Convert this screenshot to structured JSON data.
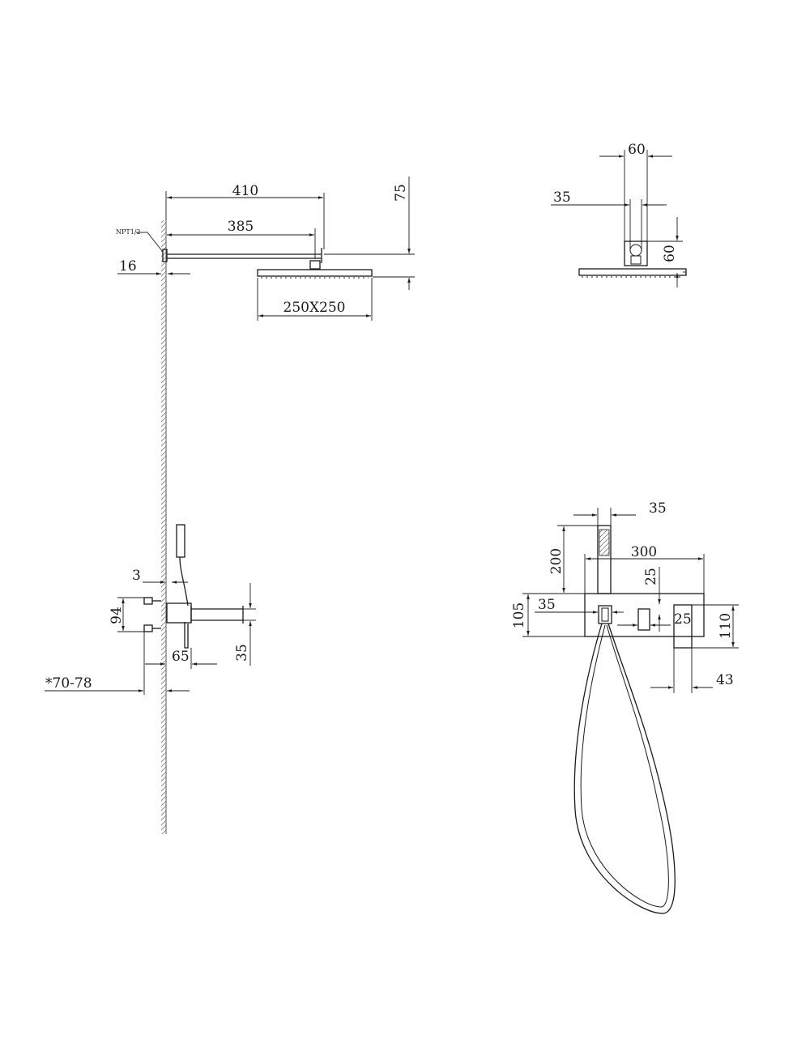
{
  "side_view": {
    "dim_arm_total": "410",
    "dim_arm_length": "385",
    "dim_head_offset": "75",
    "dim_flange": "16",
    "thread_label": "NPT1/2",
    "dim_head_size": "250X250",
    "dim_hand_gap": "3",
    "dim_valve_height": "94",
    "dim_spout_reach": "65",
    "dim_spout_height": "35",
    "dim_wall_depth": "*70-78"
  },
  "top_detail": {
    "dim_width_outer": "60",
    "dim_width_inner": "35",
    "dim_height": "60"
  },
  "front_view": {
    "dim_handset_width": "35",
    "dim_handset_height": "200",
    "dim_plate_width": "300",
    "dim_lever_top": "25",
    "dim_holder_width": "35",
    "dim_plate_height": "105",
    "dim_lever_offset": "25",
    "dim_box_height": "110",
    "dim_lever_width": "43"
  }
}
